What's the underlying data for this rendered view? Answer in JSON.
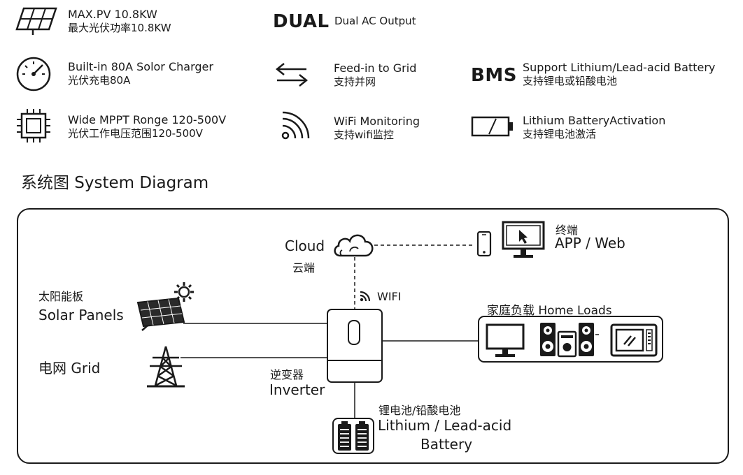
{
  "features": {
    "pv": {
      "line1": "MAX.PV 10.8KW",
      "line2": "最大光伏功率10.8KW",
      "icon": "solar-panel-icon"
    },
    "dual": {
      "big": "DUAL",
      "text": "Dual AC Output"
    },
    "charger": {
      "line1": "Built-in 80A Solor Charger",
      "line2": "光伏充电80A",
      "icon": "gauge-icon"
    },
    "feedin": {
      "line1": "Feed-in to Grid",
      "line2": "支持并网",
      "icon": "bidirectional-arrows-icon"
    },
    "bms": {
      "big": "BMS",
      "line1": "Support Lithium/Lead-acid Battery",
      "line2": "支持锂电或铅酸电池"
    },
    "mppt": {
      "line1": "Wide MPPT Ronge 120-500V",
      "line2": "光伏工作电压范围120-500V",
      "icon": "chip-icon"
    },
    "wifi": {
      "line1": "WiFi Monitoring",
      "line2": "支持wifi监控",
      "icon": "wifi-icon"
    },
    "activation": {
      "line1": "Lithium BatteryActivation",
      "line2": "支持锂电池激活",
      "icon": "battery-icon"
    }
  },
  "section_title": "系统图 System Diagram",
  "diagram": {
    "cloud": {
      "en": "Cloud",
      "cn": "云端"
    },
    "terminal": {
      "cn": "终端",
      "en": "APP / Web"
    },
    "wifi_label": "WIFI",
    "solar": {
      "cn": "太阳能板",
      "en": "Solar Panels"
    },
    "grid": {
      "label": "电网 Grid"
    },
    "inverter": {
      "cn": "逆变器",
      "en": "Inverter"
    },
    "home": {
      "label": "家庭负载  Home Loads"
    },
    "battery": {
      "cn": "锂电池/铅酸电池",
      "en1": "Lithium / Lead-acid",
      "en2": "Battery"
    }
  }
}
